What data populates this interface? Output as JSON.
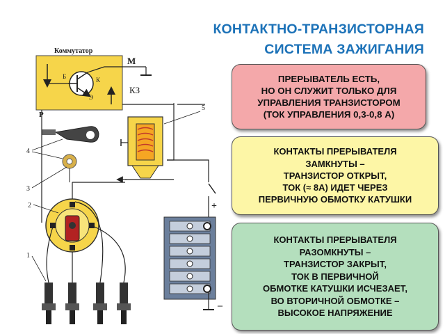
{
  "title": {
    "line1": "КОНТАКТНО-ТРАНЗИСТОРНАЯ",
    "line2": "СИСТЕМА ЗАЖИГАНИЯ"
  },
  "diagram": {
    "commutator_label": "Коммутатор",
    "m_label": "М",
    "kz_label": "КЗ",
    "p_label": "Р",
    "b_label": "Б",
    "k_label": "К",
    "e_label": "Э",
    "num_5": "5",
    "num_4": "4",
    "num_3": "3",
    "num_2": "2",
    "num_1": "1",
    "plus": "+",
    "minus": "–"
  },
  "boxes": {
    "box1": [
      "ПРЕРЫВАТЕЛЬ ЕСТЬ,",
      "НО ОН СЛУЖИТ ТОЛЬКО ДЛЯ",
      "УПРАВЛЕНИЯ ТРАНЗИСТОРОМ",
      "(ТОК УПРАВЛЕНИЯ 0,3-0,8 А)"
    ],
    "box2": [
      "КОНТАКТЫ ПРЕРЫВАТЕЛЯ",
      "ЗАМКНУТЫ –",
      "ТРАНЗИСТОР ОТКРЫТ,",
      "ТОК (≈ 8А) ИДЕТ ЧЕРЕЗ",
      "ПЕРВИЧНУЮ ОБМОТКУ КАТУШКИ"
    ],
    "box3": [
      "КОНТАКТЫ ПРЕРЫВАТЕЛЯ",
      "РАЗОМКНУТЫ –",
      "ТРАНЗИСТОР ЗАКРЫТ,",
      "ТОК В ПЕРВИЧНОЙ",
      "ОБМОТКЕ КАТУШКИ ИСЧЕЗАЕТ,",
      "ВО ВТОРИЧНОЙ ОБМОТКЕ –",
      "ВЫСОКОЕ НАПРЯЖЕНИЕ"
    ]
  },
  "colors": {
    "title": "#1c72b8",
    "box1_bg": "#f4a8aa",
    "box2_bg": "#fdf6a6",
    "box3_bg": "#b4dfbd",
    "commutator_bg": "#f6d54a",
    "battery": "#6b7f9c"
  }
}
